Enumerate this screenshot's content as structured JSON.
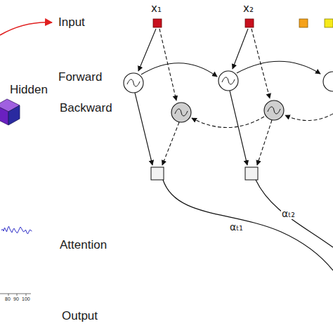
{
  "diagram": {
    "labels": [
      "Input",
      "x₁",
      "x₂",
      "Forward",
      "Hidden",
      "Backward",
      "αₜ₁",
      "αₜ₂",
      "Attention",
      "80",
      "90",
      "100",
      "Output"
    ]
  }
}
